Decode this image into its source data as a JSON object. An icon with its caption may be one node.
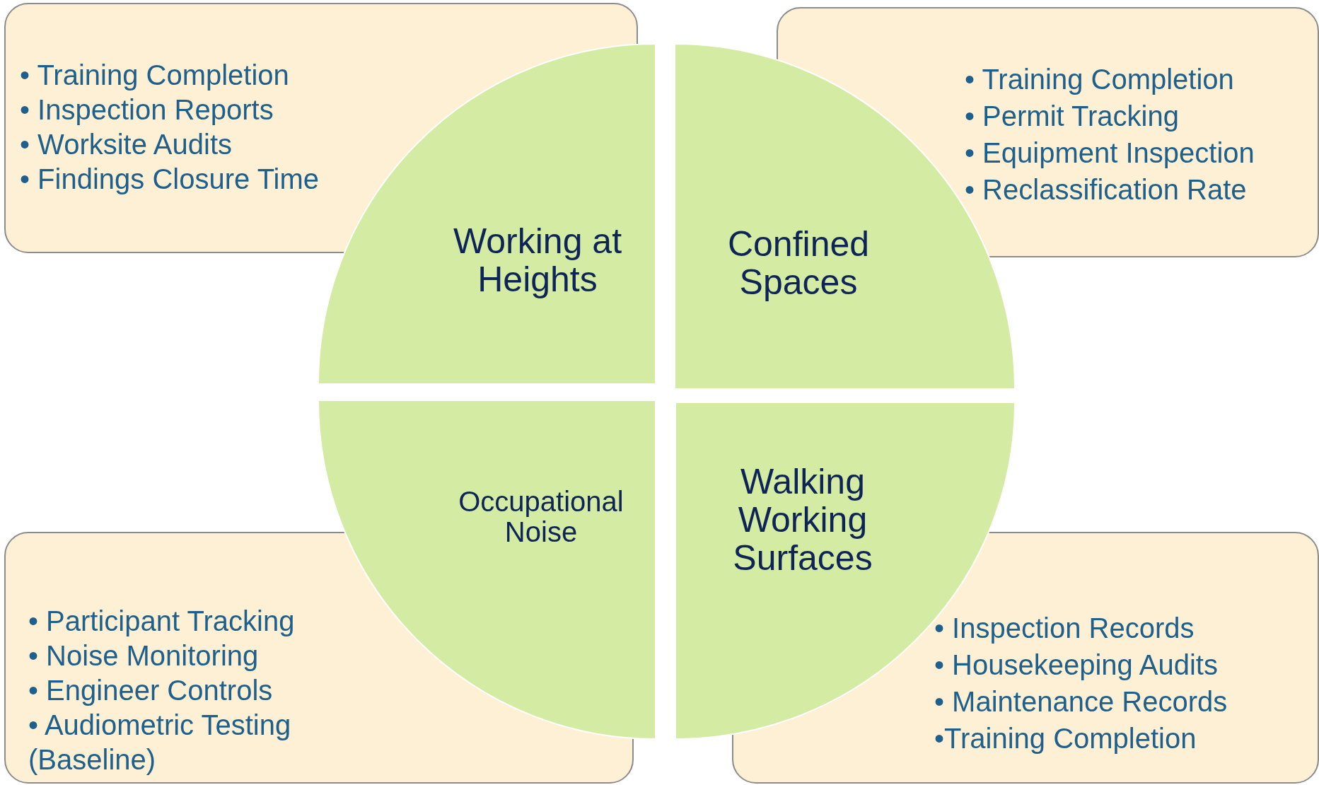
{
  "diagram": {
    "nodes": [
      {
        "text": [
          "• Training Completion",
          "• Inspection Reports",
          "• Worksite Audits",
          "• Findings Closure Time"
        ]
      },
      {
        "text": [
          "• Training Completion",
          "• Permit Tracking",
          "• Equipment Inspection",
          "• Reclassification Rate"
        ]
      },
      {
        "text": [
          "Working at Heights"
        ]
      },
      {
        "text": [
          "Confined Spaces"
        ]
      },
      {
        "text": [
          "Occupational Noise"
        ]
      },
      {
        "text": [
          "Walking Working Surfaces"
        ]
      },
      {
        "text": [
          "• Participant Tracking",
          "• Noise Monitoring",
          "• Engineer Controls",
          "• Audiometric Testing (Baseline)"
        ]
      },
      {
        "text": [
          "• Inspection Records",
          "• Housekeeping Audits",
          "• Maintenance Records",
          "•Training Completion"
        ]
      }
    ]
  }
}
